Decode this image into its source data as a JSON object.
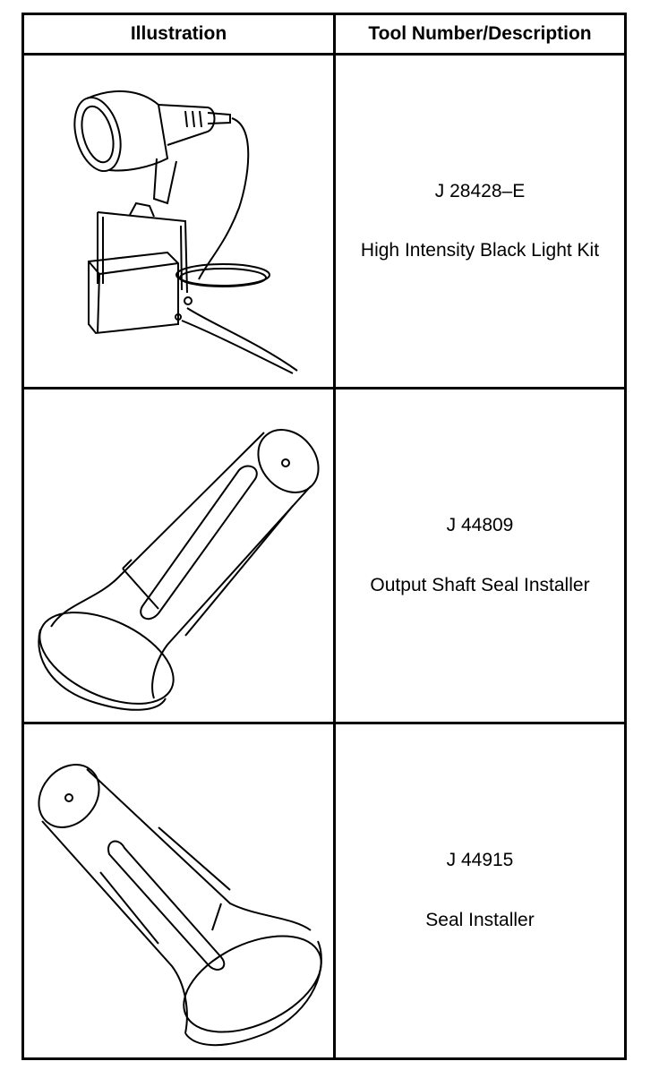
{
  "table": {
    "headers": [
      "Illustration",
      "Tool Number/Description"
    ],
    "rows": [
      {
        "tool_number": "J 28428–E",
        "description": "High Intensity Black Light Kit",
        "icon": "black-light-kit-illustration"
      },
      {
        "tool_number": "J 44809",
        "description": "Output Shaft Seal Installer",
        "icon": "output-shaft-seal-installer-illustration"
      },
      {
        "tool_number": "J 44915",
        "description": "Seal Installer",
        "icon": "seal-installer-illustration"
      }
    ]
  }
}
